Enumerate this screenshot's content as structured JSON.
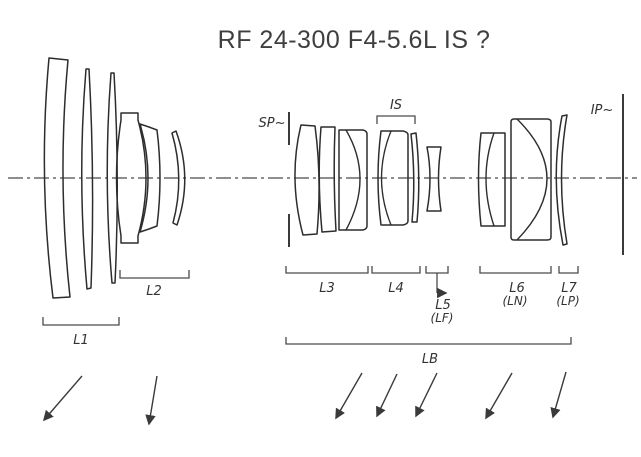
{
  "title": "RF 24-300 F4-5.6L IS ?",
  "colors": {
    "ink": "#2d2d2d",
    "annotation": "#3a3a3a",
    "background": "#ffffff"
  },
  "labels": {
    "aperture_stop": "SP~",
    "stabilizer_unit": "IS",
    "image_plane": "IP~",
    "rear_lens_barrel": "LB"
  },
  "groups": [
    {
      "label": "L1",
      "sublabel": ""
    },
    {
      "label": "L2",
      "sublabel": ""
    },
    {
      "label": "L3",
      "sublabel": ""
    },
    {
      "label": "L4",
      "sublabel": ""
    },
    {
      "label": "L5",
      "sublabel": "(LF)"
    },
    {
      "label": "L6",
      "sublabel": "(LN)"
    },
    {
      "label": "L7",
      "sublabel": "(LP)"
    }
  ]
}
